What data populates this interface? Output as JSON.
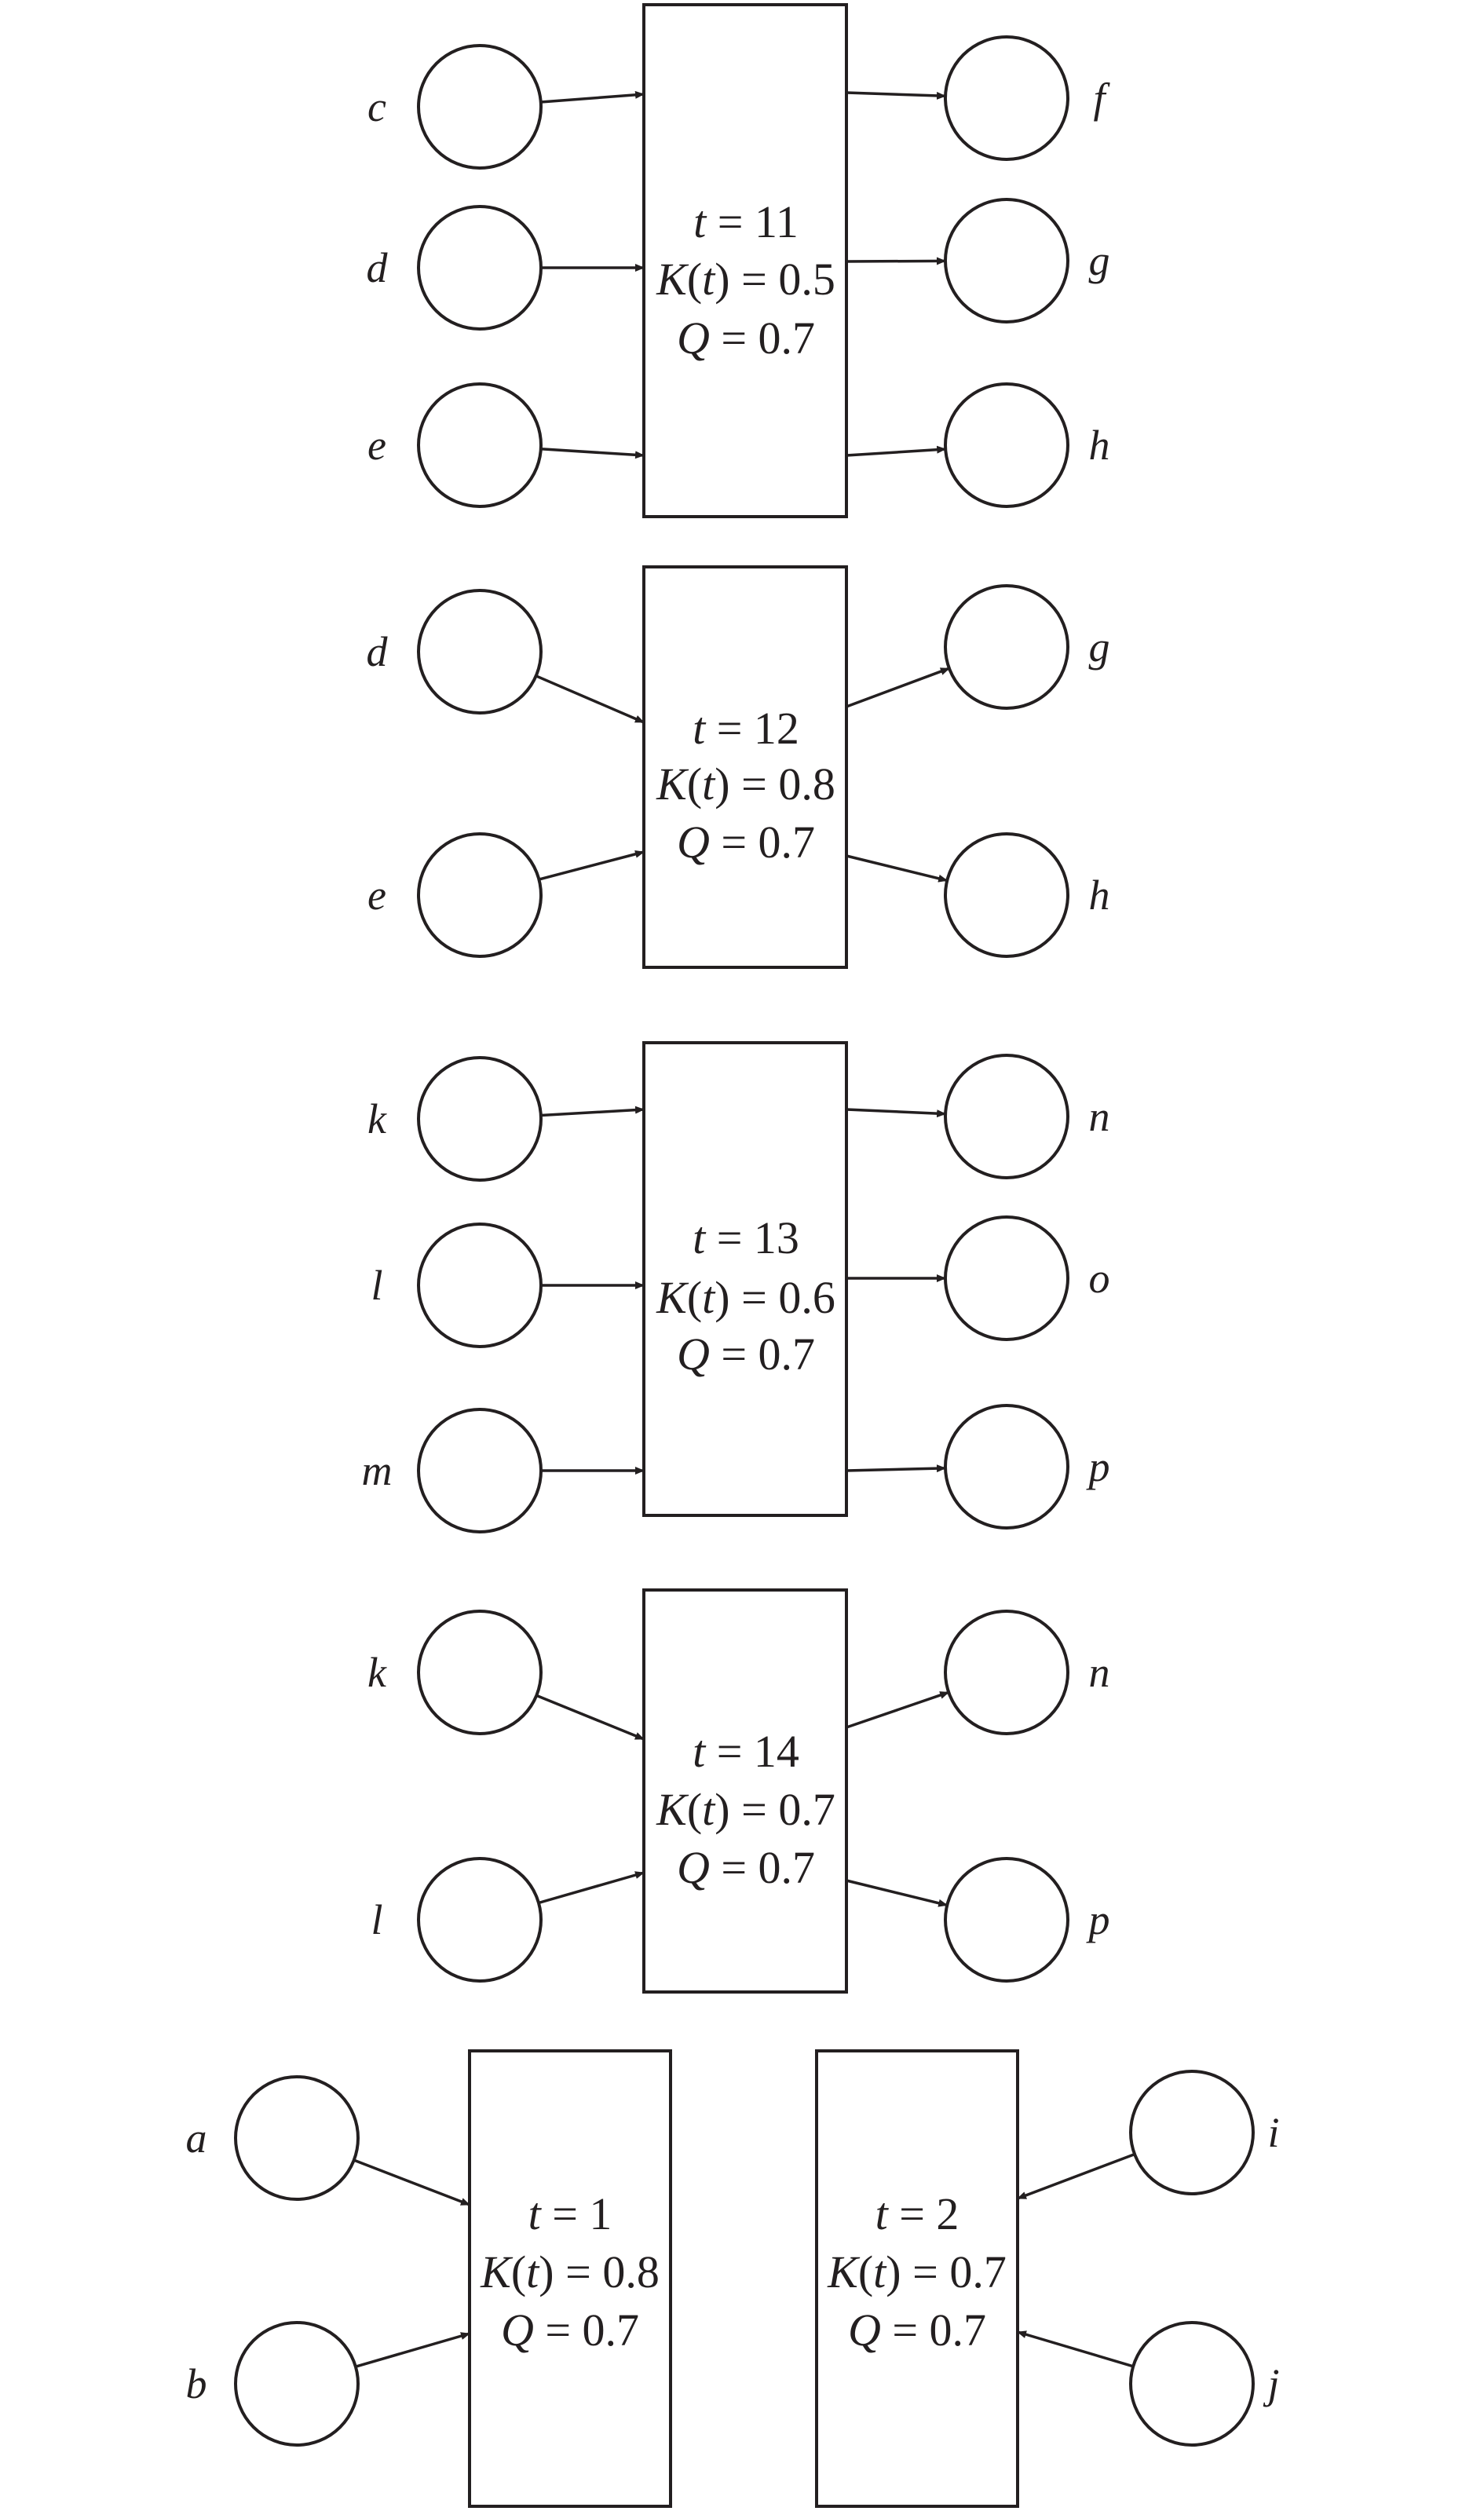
{
  "colors": {
    "stroke": "#231f20",
    "background": "#ffffff"
  },
  "blocks": [
    {
      "transition": {
        "t": "t = 11",
        "k": "K(t) = 0.5",
        "q": "Q = 0.7"
      },
      "inputs": [
        "c",
        "d",
        "e"
      ],
      "outputs": [
        "f",
        "g",
        "h"
      ]
    },
    {
      "transition": {
        "t": "t = 12",
        "k": "K(t) = 0.8",
        "q": "Q = 0.7"
      },
      "inputs": [
        "d",
        "e"
      ],
      "outputs": [
        "g",
        "h"
      ]
    },
    {
      "transition": {
        "t": "t = 13",
        "k": "K(t) = 0.6",
        "q": "Q = 0.7"
      },
      "inputs": [
        "k",
        "l",
        "m"
      ],
      "outputs": [
        "n",
        "o",
        "p"
      ]
    },
    {
      "transition": {
        "t": "t = 14",
        "k": "K(t) = 0.7",
        "q": "Q = 0.7"
      },
      "inputs": [
        "k",
        "l"
      ],
      "outputs": [
        "n",
        "p"
      ]
    },
    {
      "transition": {
        "t": "t = 1",
        "k": "K(t) = 0.8",
        "q": "Q = 0.7"
      },
      "inputs": [
        "a",
        "b"
      ],
      "outputs": []
    },
    {
      "transition": {
        "t": "t = 2",
        "k": "K(t) = 0.7",
        "q": "Q = 0.7"
      },
      "inputs": [
        "i",
        "j"
      ],
      "outputs": []
    }
  ]
}
